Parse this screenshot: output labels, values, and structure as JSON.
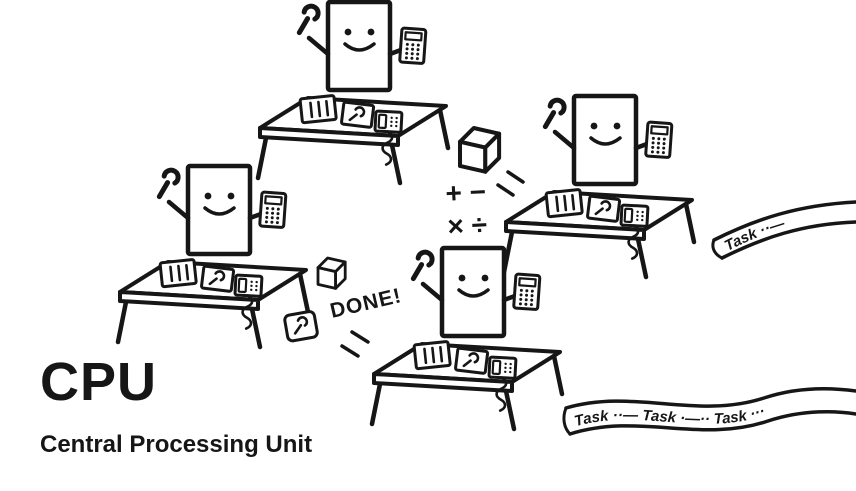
{
  "page": {
    "background_color": "#ffffff",
    "ink_color": "#161616"
  },
  "title": {
    "acronym": "CPU",
    "full": "Central Processing Unit"
  },
  "annotations": {
    "done": "DONE!",
    "ops_plus_minus": "+ −",
    "ops_times_divide": "× ÷"
  },
  "ribbons": {
    "top_text": "Task ··—",
    "bottom_text": "Task ··— Task ·—·· Task ···"
  },
  "icons": [
    "wrench-icon",
    "calculator-icon",
    "phone-icon",
    "frame-icon",
    "desk-device-icon",
    "cube-icon",
    "smiley-face-icon"
  ]
}
